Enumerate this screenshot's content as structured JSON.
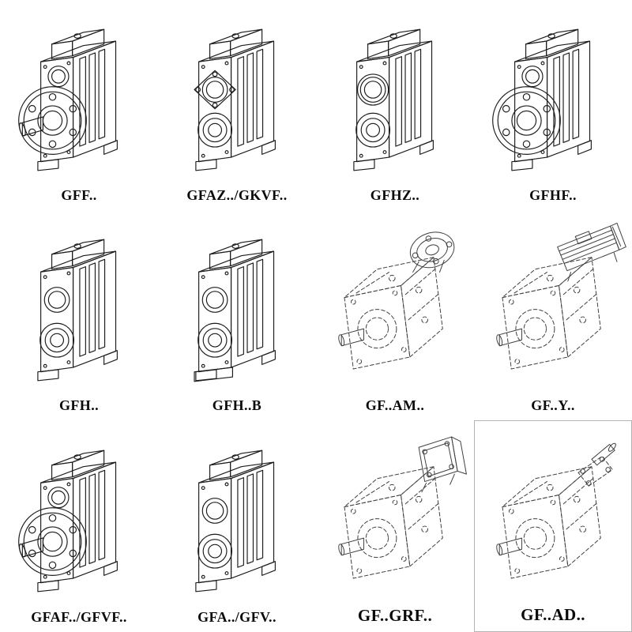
{
  "page": {
    "background": "#ffffff",
    "line_color": "#1c1c1c",
    "phantom_line_color": "#3f3f3f"
  },
  "cells": [
    {
      "label": "GFF..",
      "drawing": "parallel-shaft-gearbox-flange-with-shaft-solid"
    },
    {
      "label": "GFAZ../GKVF..",
      "drawing": "parallel-shaft-gearbox-square-flange-solid"
    },
    {
      "label": "GFHZ..",
      "drawing": "parallel-shaft-gearbox-shrink-disc-solid"
    },
    {
      "label": "GFHF..",
      "drawing": "parallel-shaft-gearbox-flange-hollow-solid"
    },
    {
      "label": "GFH..",
      "drawing": "parallel-shaft-gearbox-hollow-shaft-solid"
    },
    {
      "label": "GFH..B",
      "drawing": "parallel-shaft-gearbox-hollow-shaft-base-solid"
    },
    {
      "label": "GF..AM..",
      "drawing": "gearbox-phantom-with-motor-adapter-flange"
    },
    {
      "label": "GF..Y..",
      "drawing": "gearbox-phantom-with-mounted-motor"
    },
    {
      "label": "GFAF../GFVF..",
      "drawing": "parallel-shaft-gearbox-flange-with-shaft-solid"
    },
    {
      "label": "GFA../GFV..",
      "drawing": "parallel-shaft-gearbox-hollow-shaft-solid"
    },
    {
      "label": "GF..GRF..",
      "drawing": "gearbox-phantom-with-adapter-box"
    },
    {
      "label": "GF..AD..",
      "drawing": "gearbox-phantom-with-input-shaft-adapter"
    }
  ]
}
